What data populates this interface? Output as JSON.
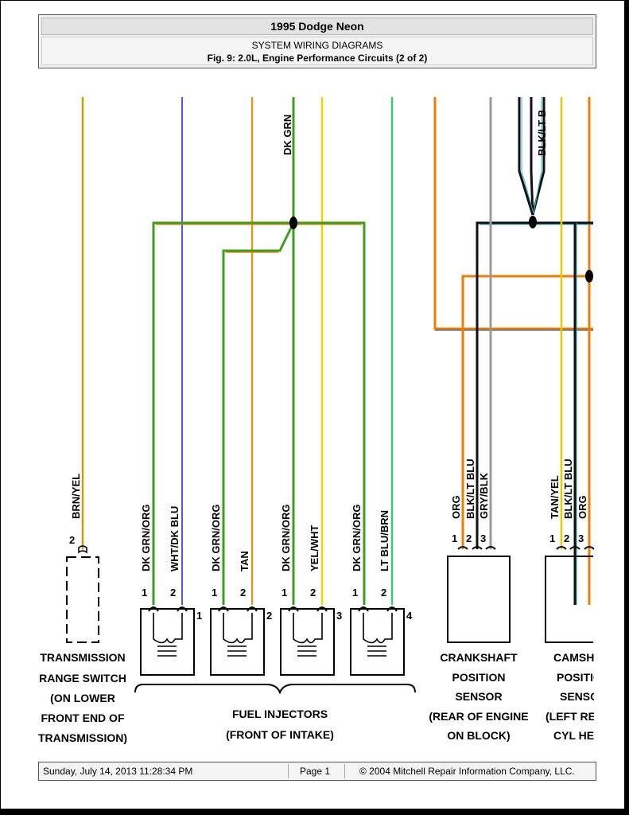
{
  "header": {
    "title": "1995 Dodge Neon",
    "section": "SYSTEM WIRING DIAGRAMS",
    "figure": "Fig. 9: 2.0L, Engine Performance Circuits (2 of 2)"
  },
  "wires": {
    "top_dk_grn": "DK GRN",
    "top_blk_lt": "BLK/LT B",
    "trans_brn_yel": "BRN/YEL",
    "inj1_pin1": "DK GRN/ORG",
    "inj1_pin2": "WHT/DK BLU",
    "inj2_pin1": "DK GRN/ORG",
    "inj2_pin2": "TAN",
    "inj3_pin1": "DK GRN/ORG",
    "inj3_pin2": "YEL/WHT",
    "inj4_pin1": "DK GRN/ORG",
    "inj4_pin2": "LT BLU/BRN",
    "crank_pin1": "ORG",
    "crank_pin2": "BLK/LT BLU",
    "crank_pin3": "GRY/BLK",
    "cam_pin1": "TAN/YEL",
    "cam_pin2": "BLK/LT BLU",
    "cam_pin3": "ORG"
  },
  "pins": {
    "p1": "1",
    "p2": "2",
    "p3": "3",
    "n1": "1",
    "n2": "2",
    "n3": "3",
    "n4": "4"
  },
  "components": {
    "trans_switch": [
      "TRANSMISSION",
      "RANGE SWITCH",
      "(ON LOWER",
      "FRONT END OF",
      "TRANSMISSION)"
    ],
    "fuel_injectors": [
      "FUEL INJECTORS",
      "(FRONT OF INTAKE)"
    ],
    "crank_sensor": [
      "CRANKSHAFT",
      "POSITION",
      "SENSOR",
      "(REAR OF ENGINE",
      "ON BLOCK)"
    ],
    "cam_sensor": [
      "CAMSHAF",
      "POSITIO",
      "SENSOF",
      "(LEFT REAR",
      "CYL HEAI"
    ]
  },
  "footer": {
    "date": "Sunday, July 14, 2013 11:28:34 PM",
    "page": "Page 1",
    "copyright": "© 2004 Mitchell Repair Information Company, LLC."
  },
  "colors": {
    "dk_grn": "#3a8a1e",
    "org": "#ef7d00",
    "yellow": "#e8c800",
    "tan": "#d9a24a",
    "dk_blu": "#4a5fd0",
    "lt_blu": "#2ab0c8",
    "gry": "#9a9a9a",
    "blk": "#111111",
    "grn_lt": "#3cc870"
  }
}
